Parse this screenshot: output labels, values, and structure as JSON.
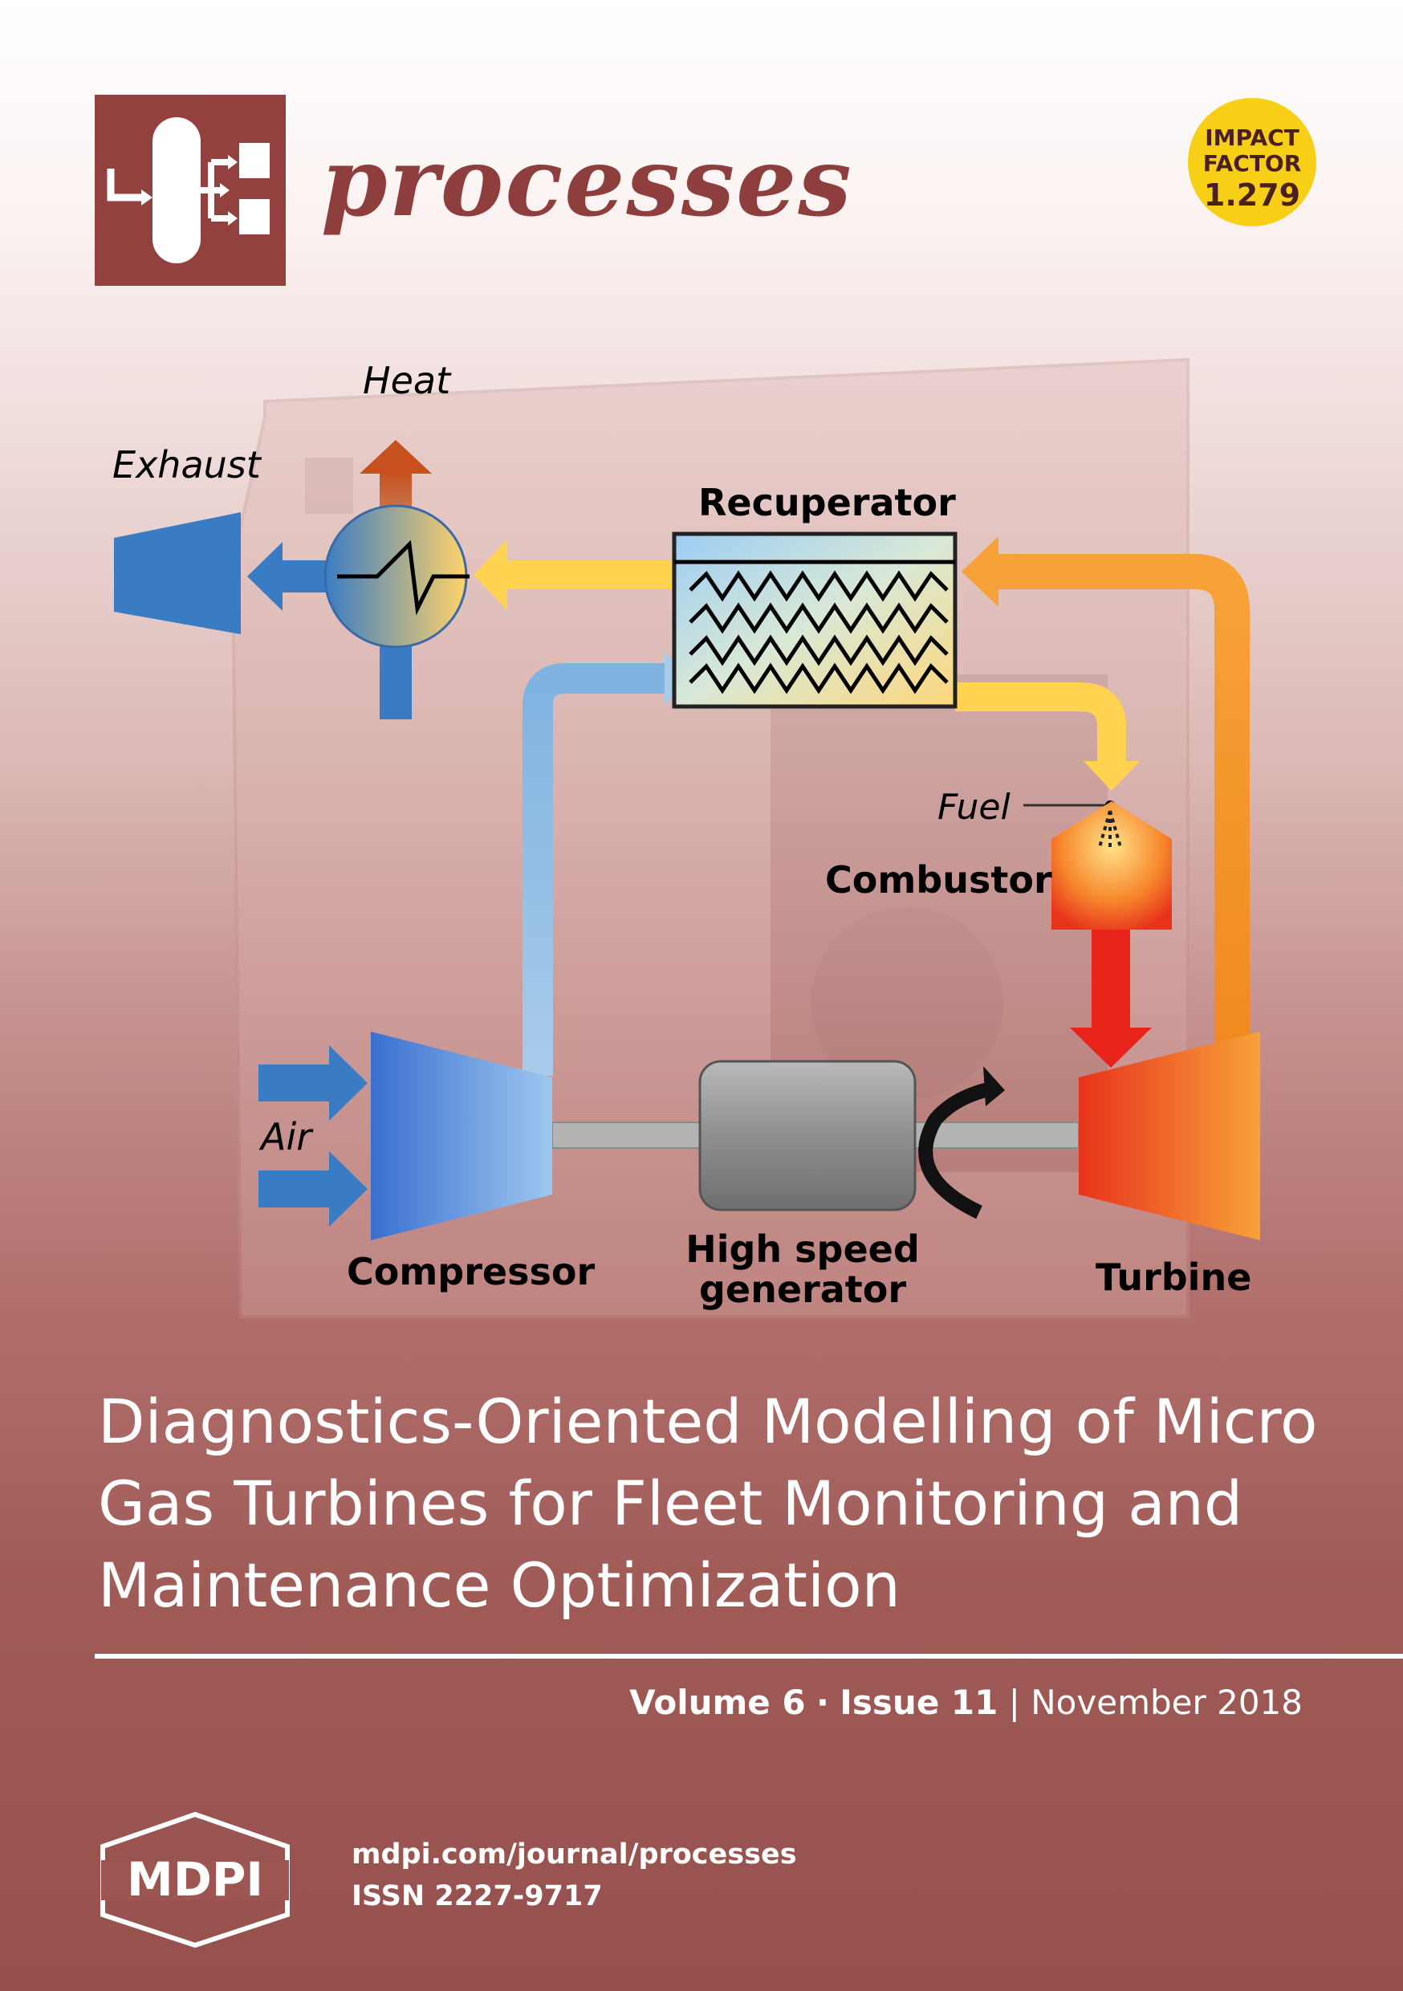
{
  "journal": {
    "name": "processes",
    "impact_factor_lines": [
      "IMPACT",
      "FACTOR",
      "1.279"
    ]
  },
  "diagram": {
    "labels": {
      "heat": "Heat",
      "exhaust": "Exhaust",
      "recuperator": "Recuperator",
      "fuel": "Fuel",
      "combustor": "Combustor",
      "air": "Air",
      "compressor": "Compressor",
      "generator_line1": "High speed",
      "generator_line2": "generator",
      "turbine": "Turbine"
    }
  },
  "article": {
    "title_lines": [
      "Diagnostics-Oriented Modelling of  Micro",
      "Gas Turbines for Fleet Monitoring and",
      "Maintenance Optimization"
    ]
  },
  "issue": {
    "volume": "Volume 6",
    "separator": "·",
    "issue": "Issue 11",
    "divider": "|",
    "date": "November 2018"
  },
  "publisher": {
    "logo_text": "MDPI",
    "url": "mdpi.com/journal/processes",
    "issn": "ISSN 2227-9717"
  },
  "colors": {
    "brand_maroon": "#8e3f3d",
    "badge_yellow": "#f7cf17",
    "cold_blue": "#2f79c2",
    "hot_orange": "#f5962c",
    "flame_red": "#e8231a"
  }
}
